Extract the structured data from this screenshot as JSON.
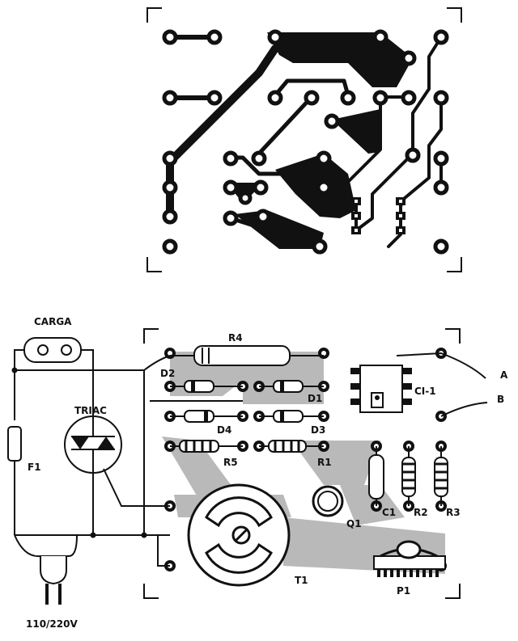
{
  "labels": {
    "carga": "CARGA",
    "triac": "TRIAC",
    "fuse": "F1",
    "supply": "110/220V",
    "r4": "R4",
    "d2": "D2",
    "d1": "D1",
    "d4": "D4",
    "d3": "D3",
    "r5": "R5",
    "r1": "R1",
    "ci1": "CI-1",
    "terminal_a": "A",
    "terminal_b": "B",
    "c1": "C1",
    "r2": "R2",
    "r3": "R3",
    "q1": "Q1",
    "t1": "T1",
    "p1": "P1"
  },
  "colors": {
    "ink": "#111111",
    "copper_shade": "#b9b9b9",
    "paper": "#ffffff"
  }
}
